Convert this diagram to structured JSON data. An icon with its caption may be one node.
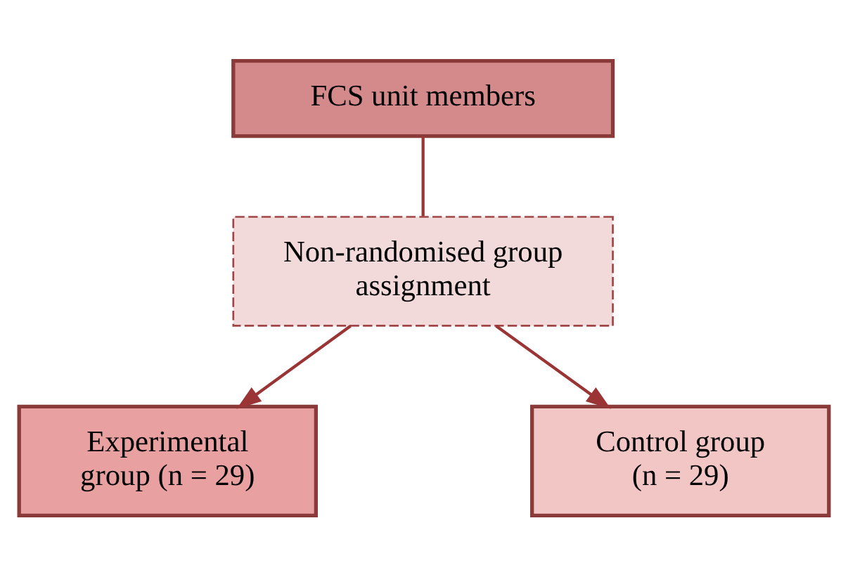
{
  "diagram": {
    "nodes": [
      {
        "text": [
          "FCS unit members"
        ]
      },
      {
        "text": [
          "Non-randomised group assignment"
        ]
      },
      {
        "text": [
          "Experimental group (n = 29)"
        ]
      },
      {
        "text": [
          "Control group (n = 29)"
        ]
      }
    ],
    "edges": [
      {
        "from": 0,
        "to": 1,
        "arrow": "none"
      },
      {
        "from": 1,
        "to": 2,
        "arrow": "to"
      },
      {
        "from": 1,
        "to": 3,
        "arrow": "to"
      }
    ]
  }
}
